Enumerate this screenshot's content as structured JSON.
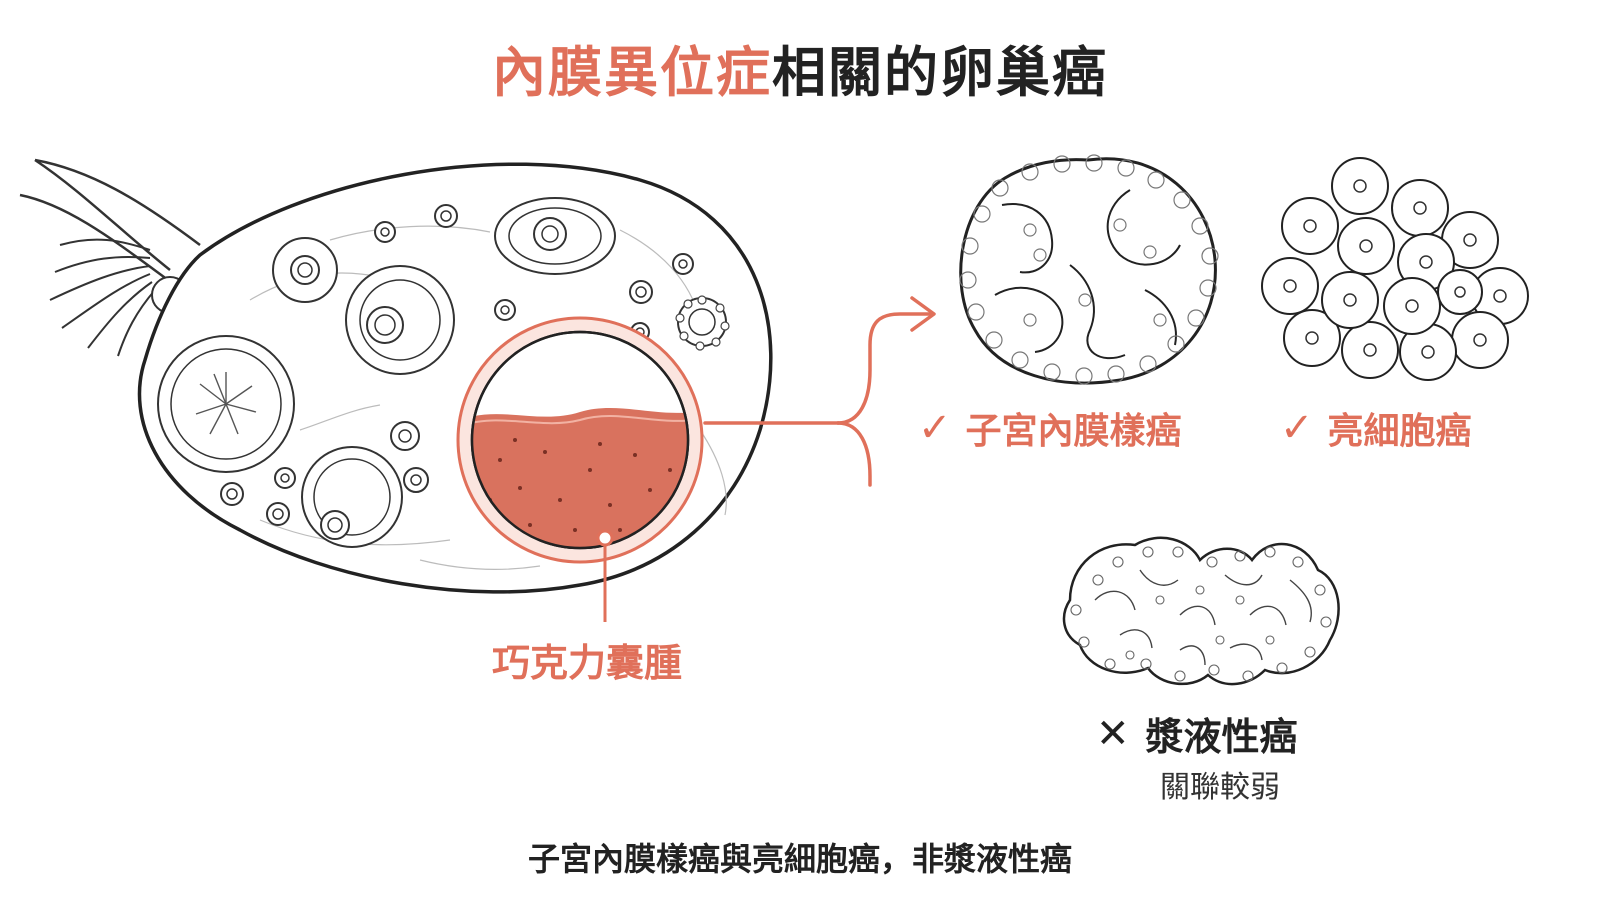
{
  "title": {
    "highlight": "內膜異位症",
    "rest": "相關的卵巢癌"
  },
  "labels": {
    "cyst": "巧克力囊腫",
    "endometrioid": "子宮內膜樣癌",
    "clear_cell": "亮細胞癌",
    "serous": "漿液性癌",
    "serous_note": "關聯較弱"
  },
  "marks": {
    "check": "✓",
    "cross": "✕"
  },
  "caption": "子宮內膜樣癌與亮細胞癌，非漿液性癌",
  "colors": {
    "accent": "#e0705a",
    "ink": "#222222",
    "cyst_fill": "#d9725e"
  },
  "icons": [
    "check-icon",
    "cross-icon"
  ]
}
